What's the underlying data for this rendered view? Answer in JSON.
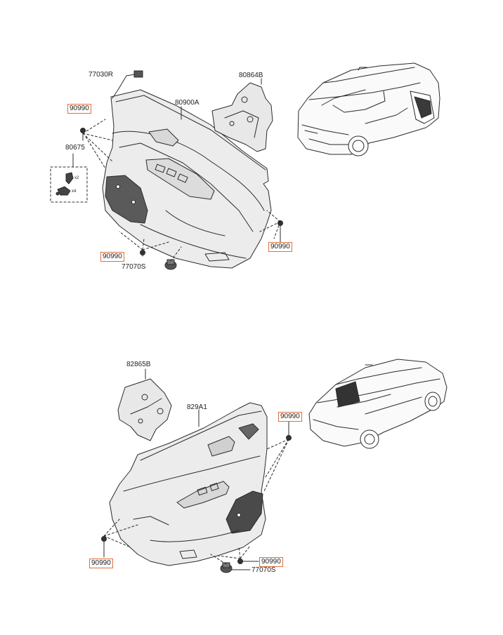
{
  "colors": {
    "line": "#2b2b2b",
    "highlight_box": "#e0703a",
    "background": "#ffffff"
  },
  "upper": {
    "part_77030R": "77030R",
    "part_80864B": "80864B",
    "part_80900A": "80900A",
    "part_90990_a": "90990",
    "part_80675": "80675",
    "kit_qty_2": "x2",
    "kit_qty_4": "x4",
    "part_90990_b": "90990",
    "part_90990_c": "90990",
    "part_77070S": "77070S"
  },
  "lower": {
    "part_82865B": "82865B",
    "part_829A1": "829A1",
    "part_90990_a": "90990",
    "part_90990_b": "90990",
    "part_90990_c": "90990",
    "part_77070S": "77070S"
  }
}
